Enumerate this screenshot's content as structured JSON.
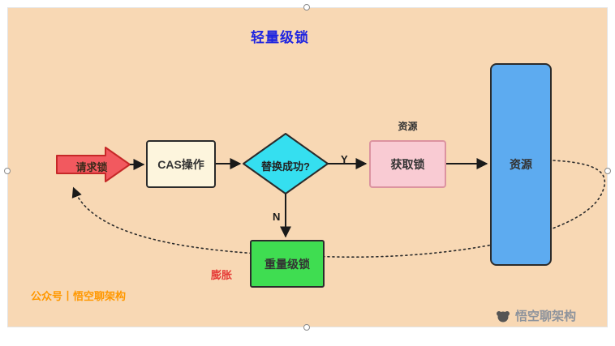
{
  "title": "轻量级锁",
  "nodes": {
    "request_lock": {
      "label": "请求锁"
    },
    "cas": {
      "label": "CAS操作"
    },
    "decision": {
      "label": "替换成功?"
    },
    "acquire_lock": {
      "label": "获取锁",
      "caption": "资源"
    },
    "resource": {
      "label": "资源"
    },
    "heavy_lock": {
      "label": "重量级锁"
    }
  },
  "edges": {
    "yes_label": "Y",
    "no_label": "N",
    "inflate_label": "膨胀"
  },
  "footer": {
    "account_text": "公众号丨悟空聊架构"
  },
  "watermark": {
    "text": "悟空聊架构"
  },
  "colors": {
    "canvas_background": "#f8d8b4",
    "title_blue": "#1f25e0",
    "request_arrow_red": "#f2595f",
    "cas_cream": "#fdf5dd",
    "decision_cyan": "#35dff0",
    "acquire_pink": "#f9cbd3",
    "resource_blue": "#5dabf0",
    "heavy_green": "#3fdd51",
    "inflate_red": "#e53935",
    "account_orange": "#ff9800",
    "watermark_grey": "#8d939c"
  }
}
